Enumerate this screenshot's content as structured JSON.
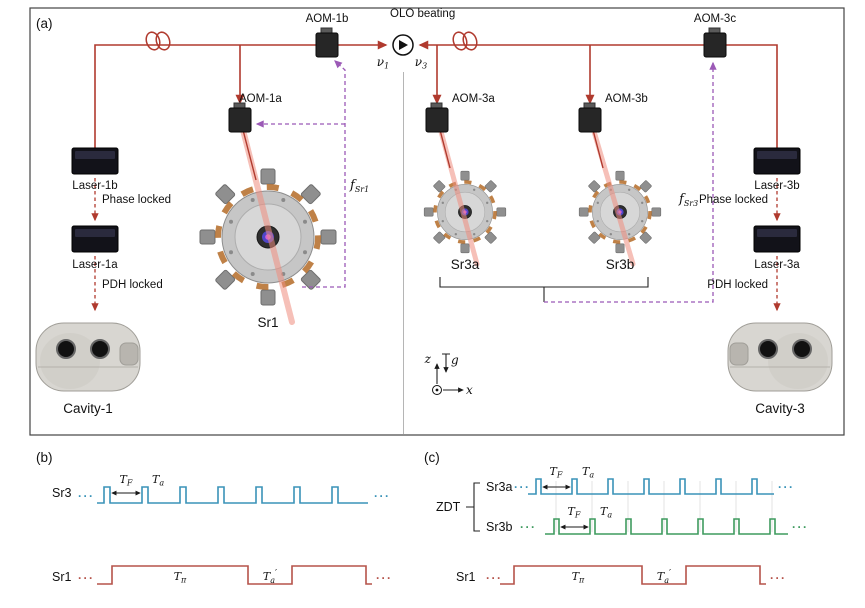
{
  "colors": {
    "optical_path_red": "#b03a2e",
    "beam_glow": "#ef8d7d",
    "feedback_purple": "#9b59b6",
    "sr3_blue": "#3a93b8",
    "sr3b_green": "#3f9b5f",
    "sr1_red": "#b5534a"
  },
  "panel_a": {
    "label": "(a)",
    "aom_1b": "AOM-1b",
    "olo_beating": "OLO beating",
    "aom_3c": "AOM-3c",
    "nu1": {
      "base": "ν",
      "sub": "1"
    },
    "nu3": {
      "base": "ν",
      "sub": "3"
    },
    "aom_1a": "AOM-1a",
    "aom_3a": "AOM-3a",
    "aom_3b": "AOM-3b",
    "laser_1b": "Laser-1b",
    "laser_1a": "Laser-1a",
    "laser_3b": "Laser-3b",
    "laser_3a": "Laser-3a",
    "phase_locked_left": "Phase locked",
    "pdh_locked_left": "PDH locked",
    "phase_locked_right": "Phase locked",
    "pdh_locked_right": "PDH locked",
    "cavity_1": "Cavity-1",
    "cavity_3": "Cavity-3",
    "sr1": "Sr1",
    "sr3a": "Sr3a",
    "sr3b": "Sr3b",
    "f_sr1": {
      "base": "f",
      "sub": "Sr1"
    },
    "f_sr3": {
      "base": "f",
      "sub": "Sr3"
    },
    "axes": {
      "z": "z",
      "g": "g",
      "x": "x"
    }
  },
  "panel_b": {
    "label": "(b)",
    "sr3_row_label": "Sr3",
    "sr1_row_label": "Sr1",
    "t_f": {
      "base": "T",
      "sub": "F"
    },
    "t_a": {
      "base": "T",
      "sub": "a"
    },
    "t_pi": {
      "base": "T",
      "sub": "π"
    },
    "t_a_prime": {
      "base": "T",
      "sub": "a",
      "prime": "′"
    },
    "ellipsis": "···"
  },
  "panel_c": {
    "label": "(c)",
    "zdt": "ZDT",
    "sr3a_row_label": "Sr3a",
    "sr3b_row_label": "Sr3b",
    "sr1_row_label": "Sr1",
    "t_f": {
      "base": "T",
      "sub": "F"
    },
    "t_a": {
      "base": "T",
      "sub": "a"
    },
    "t_pi": {
      "base": "T",
      "sub": "π"
    },
    "t_a_prime": {
      "base": "T",
      "sub": "a",
      "prime": "′"
    },
    "ellipsis": "···"
  }
}
